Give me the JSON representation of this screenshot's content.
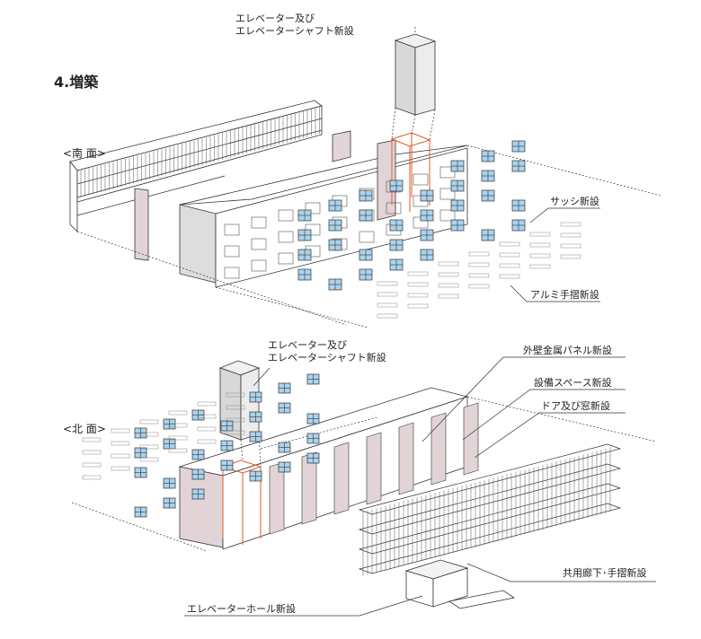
{
  "section_title": "4.増築",
  "views": {
    "south": "<南 面>",
    "north": "<北 面>"
  },
  "south_labels": {
    "elevator_line1": "エレベーター及び",
    "elevator_line2": "エレベーターシャフト新設",
    "sash": "サッシ新設",
    "aluminum_rail": "アルミ手摺新設"
  },
  "north_labels": {
    "elevator_line1": "エレベーター及び",
    "elevator_line2": "エレベーターシャフト新設",
    "panel": "外壁金属パネル新設",
    "equipment_space": "設備スペース新設",
    "door_window": "ドア及び窓新設",
    "corridor": "共用廊下･手摺新設",
    "elevator_hall": "エレベーターホール新設"
  },
  "colors": {
    "line": "#333333",
    "window_blue": "#a9d3ee",
    "wall_pink": "#e2d4d6",
    "shaft_grey": "#e8e8e8",
    "highlight_orange": "#e0582a"
  }
}
